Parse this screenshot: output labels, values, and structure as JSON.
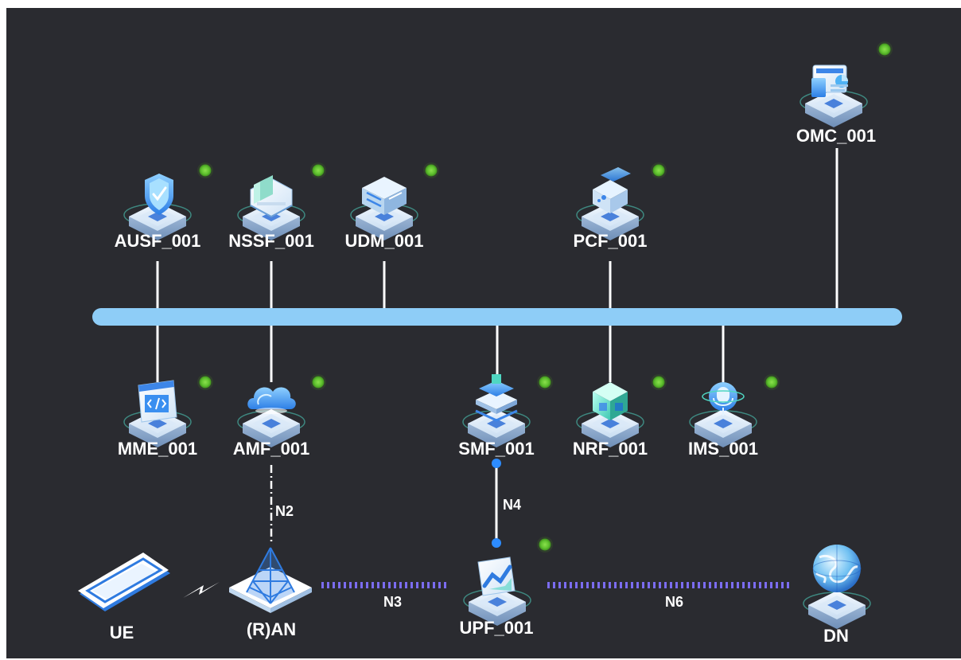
{
  "nodes": {
    "omc": {
      "label": "OMC_001",
      "status": "online"
    },
    "ausf": {
      "label": "AUSF_001",
      "status": "online"
    },
    "nssf": {
      "label": "NSSF_001",
      "status": "online"
    },
    "udm": {
      "label": "UDM_001",
      "status": "online"
    },
    "pcf": {
      "label": "PCF_001",
      "status": "online"
    },
    "mme": {
      "label": "MME_001",
      "status": "online"
    },
    "amf": {
      "label": "AMF_001",
      "status": "online"
    },
    "smf": {
      "label": "SMF_001",
      "status": "online"
    },
    "nrf": {
      "label": "NRF_001",
      "status": "online"
    },
    "ims": {
      "label": "IMS_001",
      "status": "online"
    },
    "upf": {
      "label": "UPF_001",
      "status": "online"
    },
    "ue": {
      "label": "UE"
    },
    "ran": {
      "label": "(R)AN"
    },
    "dn": {
      "label": "DN"
    }
  },
  "links": {
    "n2": "N2",
    "n3": "N3",
    "n4": "N4",
    "n6": "N6"
  },
  "colors": {
    "background": "#2a2b30",
    "bus": "#8ecdf7",
    "status_online": "#5ec02e",
    "dashed_link": "#7b6cf0",
    "n4_endpoint": "#2d8cff"
  }
}
